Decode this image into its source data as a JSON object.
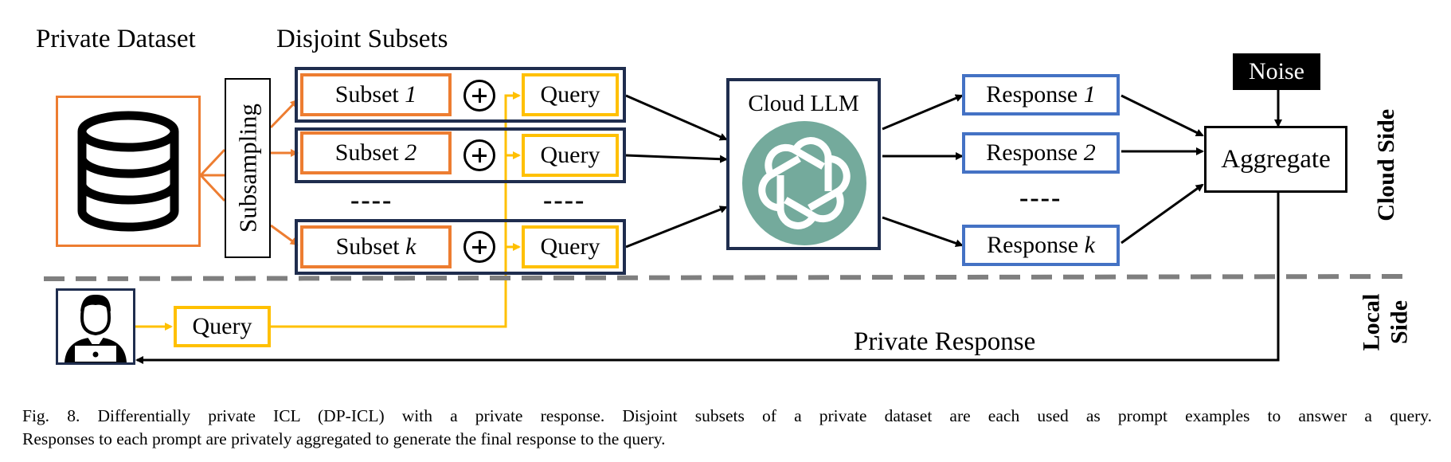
{
  "headers": {
    "private_dataset": "Private Dataset",
    "disjoint_subsets": "Disjoint Subsets"
  },
  "subsampling": "Subsampling",
  "subsets": [
    {
      "label": "Subset",
      "index": "1"
    },
    {
      "label": "Subset",
      "index": "2"
    },
    {
      "label": "Subset",
      "index": "k"
    }
  ],
  "query_label": "Query",
  "ellipsis": "----",
  "cloud_llm": "Cloud LLM",
  "responses": [
    {
      "label": "Response",
      "index": "1"
    },
    {
      "label": "Response",
      "index": "2"
    },
    {
      "label": "Response",
      "index": "k"
    }
  ],
  "noise": "Noise",
  "aggregate": "Aggregate",
  "cloud_side": "Cloud Side",
  "local_side": [
    "Local",
    "Side"
  ],
  "private_response": "Private Response",
  "local_query": "Query",
  "caption": {
    "line1": "Fig. 8.  Differentially private ICL (DP-ICL) with a private response. Disjoint subsets of a private dataset are each used as prompt examples to answer a query.",
    "line2": "Responses to each prompt are privately aggregated to generate the final response to the query."
  },
  "colors": {
    "subset_border": "#ED7D31",
    "query_border": "#FFC000",
    "response_border": "#4472C4",
    "group_border": "#1F2D4E",
    "llm_logo": "#74AA9C",
    "noise_bg": "#000000",
    "divider": "#7F7F7F"
  },
  "icons": [
    "database-icon",
    "plus-icon",
    "openai-logo-icon",
    "user-icon"
  ]
}
